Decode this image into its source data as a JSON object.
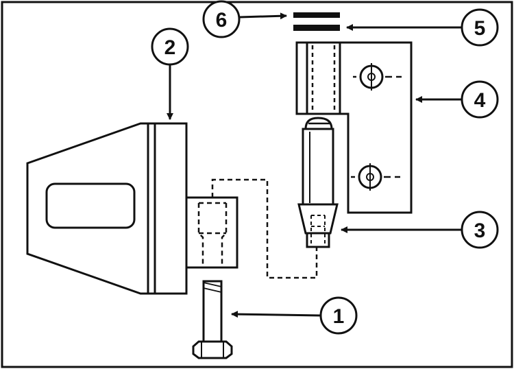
{
  "diagram": {
    "colors": {
      "ink": "#111111",
      "paper": "#ffffff",
      "grey": "#8a8a8a"
    },
    "callouts": [
      {
        "id": "callout-1",
        "label": "1",
        "part": "bolt"
      },
      {
        "id": "callout-2",
        "label": "2",
        "part": "door-hinge-half"
      },
      {
        "id": "callout-3",
        "label": "3",
        "part": "hinge-pin-bushing"
      },
      {
        "id": "callout-4",
        "label": "4",
        "part": "body-hinge-half"
      },
      {
        "id": "callout-5",
        "label": "5",
        "part": "washer-lower"
      },
      {
        "id": "callout-6",
        "label": "6",
        "part": "washer-upper"
      }
    ]
  }
}
